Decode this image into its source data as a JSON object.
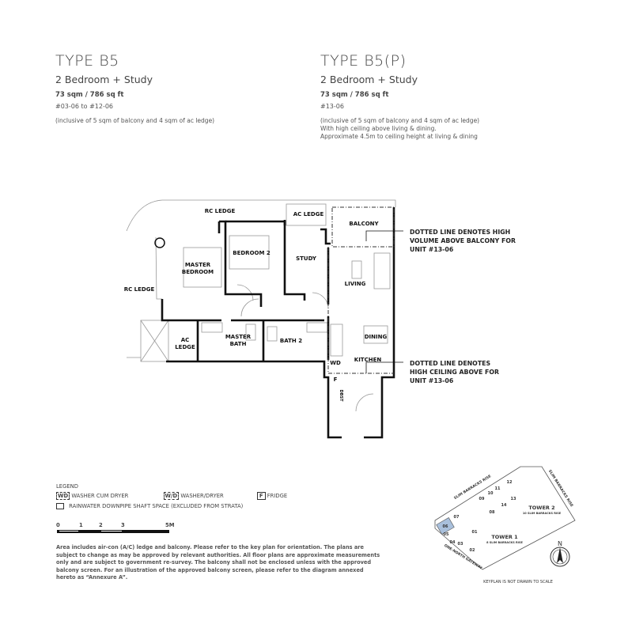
{
  "left": {
    "type": "TYPE B5",
    "subtitle": "2 Bedroom + Study",
    "area": "73 sqm / 786 sq ft",
    "units": "#03-06 to #12-06",
    "note": "(inclusive of 5 sqm of balcony and 4 sqm of ac ledge)"
  },
  "right": {
    "type": "TYPE B5(P)",
    "subtitle": "2 Bedroom + Study",
    "area": "73 sqm / 786 sq ft",
    "units": "#13-06",
    "note": "(inclusive of 5 sqm of balcony and 4 sqm of ac ledge)",
    "note2": "With high ceiling above living & dining.",
    "note3": "Approximate 4.5m to ceiling height at living & dining"
  },
  "plan": {
    "rc_ledge_top": "RC LEDGE",
    "rc_ledge_left": "RC LEDGE",
    "ac_ledge_top": "AC LEDGE",
    "balcony": "BALCONY",
    "bedroom2": "BEDROOM 2",
    "master1": "MASTER",
    "master2": "BEDROOM",
    "study": "STUDY",
    "living": "LIVING",
    "ac_ledge1": "AC",
    "ac_ledge2": "LEDGE",
    "mbath1": "MASTER",
    "mbath2": "BATH",
    "bath2": "BATH 2",
    "dining": "DINING",
    "kitchen": "KITCHEN",
    "wd": "WD",
    "f": "F",
    "dbst": "DBST"
  },
  "callouts": {
    "balcony": [
      "DOTTED LINE DENOTES HIGH",
      "VOLUME ABOVE BALCONY FOR",
      "UNIT #13-06"
    ],
    "ceiling": [
      "DOTTED LINE DENOTES",
      "HIGH CEILING ABOVE FOR",
      "UNIT #13-06"
    ]
  },
  "legend": {
    "title": "LEGEND",
    "wd_code": "WD",
    "wd_label": "WASHER CUM DRYER",
    "wdd_code": "W/D",
    "wdd_label": "WASHER/DRYER",
    "f_code": "F",
    "f_label": "FRIDGE",
    "shaft_label": "RAINWATER DOWNPIPE SHAFT SPACE (EXCLUDED FROM STRATA)"
  },
  "scale": {
    "ticks": [
      "0",
      "1",
      "2",
      "3",
      "5M"
    ]
  },
  "disclaimer": "Area includes air-con (A/C) ledge and balcony. Please refer to the key plan for orientation. The plans are subject to change as may be approved by relevant authorities. All floor plans are approximate measurements only and are subject to government re-survey. The balcony shall not be enclosed unless with the approved balcony screen. For an illustration of the approved balcony screen, please refer to the diagram annexed hereto as “Annexure A”.",
  "keyplan": {
    "road1": "SLIM BARRACKS RISE",
    "road2": "SLIM BARRACKS RISE",
    "road3": "ONE-NORTH GATEWAY",
    "tower1": "TOWER 1",
    "tower1_addr": "8 SLIM BARRACKS RISE",
    "tower2": "TOWER 2",
    "tower2_addr": "10 SLIM BARRACKS RISE",
    "units": [
      "01",
      "02",
      "03",
      "04",
      "05",
      "06",
      "07",
      "08",
      "09",
      "10",
      "11",
      "12",
      "13",
      "14"
    ],
    "highlight": "06",
    "highlight_color": "#a9c0dc",
    "north": "N",
    "caption": "KEYPLAN IS NOT DRAWN TO SCALE"
  }
}
